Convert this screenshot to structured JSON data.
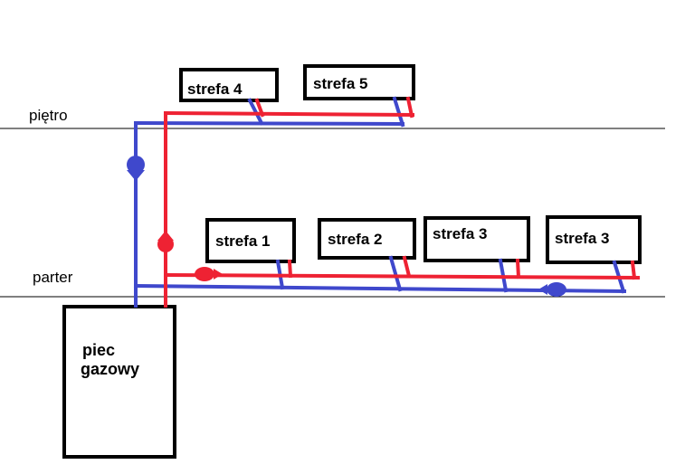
{
  "labels": {
    "floor_upper": "piętro",
    "floor_ground": "parter",
    "boiler_line1": "piec",
    "boiler_line2": "gazowy"
  },
  "zones": [
    {
      "label": "strefa 4"
    },
    {
      "label": "strefa 5"
    },
    {
      "label": "strefa 1"
    },
    {
      "label": "strefa 2"
    },
    {
      "label": "strefa 3"
    },
    {
      "label": "strefa 3"
    }
  ],
  "colors": {
    "supply_pipe": "#ee2233",
    "return_pipe": "#3f48cc",
    "outline": "#000000"
  }
}
